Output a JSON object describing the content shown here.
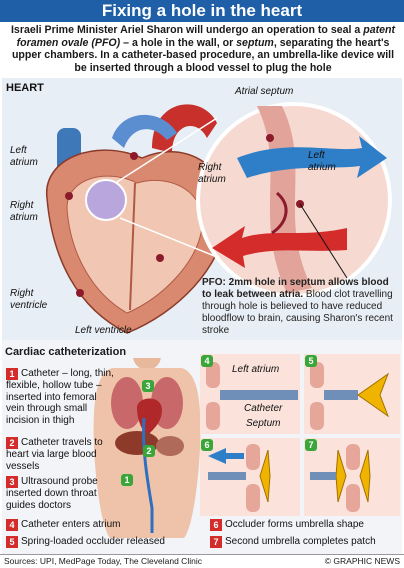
{
  "title": "Fixing a hole in the heart",
  "intro": {
    "line_a": "Israeli Prime Minister Ariel Sharon will undergo an operation to seal a",
    "term_pfo": "patent foramen ovale (PFO)",
    "line_b": " – a hole in the wall, or ",
    "term_septum": "septum",
    "line_c": ", separating the heart's upper chambers. In a catheter-based procedure, an umbrella-like device will be inserted through a blood vessel to plug the hole"
  },
  "heart": {
    "heading": "HEART",
    "labels": {
      "left_atrium": "Left atrium",
      "right_atrium": "Right atrium",
      "right_ventricle": "Right ventricle",
      "left_ventricle": "Left ventricle",
      "atrial_septum": "Atrial septum",
      "zoom_right_atrium": "Right atrium",
      "zoom_left_atrium": "Left atrium"
    }
  },
  "pfo_note": {
    "lead": "PFO: 2mm hole in septum allows blood to leak between atria.",
    "body": " Blood clot travelling through hole is believed to have reduced bloodflow to brain, causing Sharon's recent stroke"
  },
  "catheterization": {
    "heading": "Cardiac catheterization",
    "steps": [
      {
        "n": "1",
        "text": "Catheter – long, thin, flexible, hollow tube – inserted into femoral vein through small incision in thigh"
      },
      {
        "n": "2",
        "text": "Catheter travels to heart via large blood vessels"
      },
      {
        "n": "3",
        "text": "Ultrasound probe inserted down throat guides doctors"
      },
      {
        "n": "4",
        "text": "Catheter enters atrium"
      },
      {
        "n": "5",
        "text": "Spring-loaded occluder released"
      },
      {
        "n": "6",
        "text": "Occluder forms umbrella shape"
      },
      {
        "n": "7",
        "text": "Second umbrella completes patch"
      }
    ],
    "panel_labels": {
      "left_atrium": "Left atrium",
      "catheter": "Catheter",
      "septum": "Septum"
    }
  },
  "footer": {
    "sources": "Sources: UPI, MedPage Today, The Cleveland Clinic",
    "credit": "© GRAPHIC NEWS"
  },
  "colors": {
    "title_bg": "#1f5fa8",
    "step_red": "#d42b2b",
    "step_green": "#3aa63a",
    "oxygenated": "#d42b2b",
    "deoxygenated": "#2f7fc8",
    "occluder": "#f0b400"
  }
}
